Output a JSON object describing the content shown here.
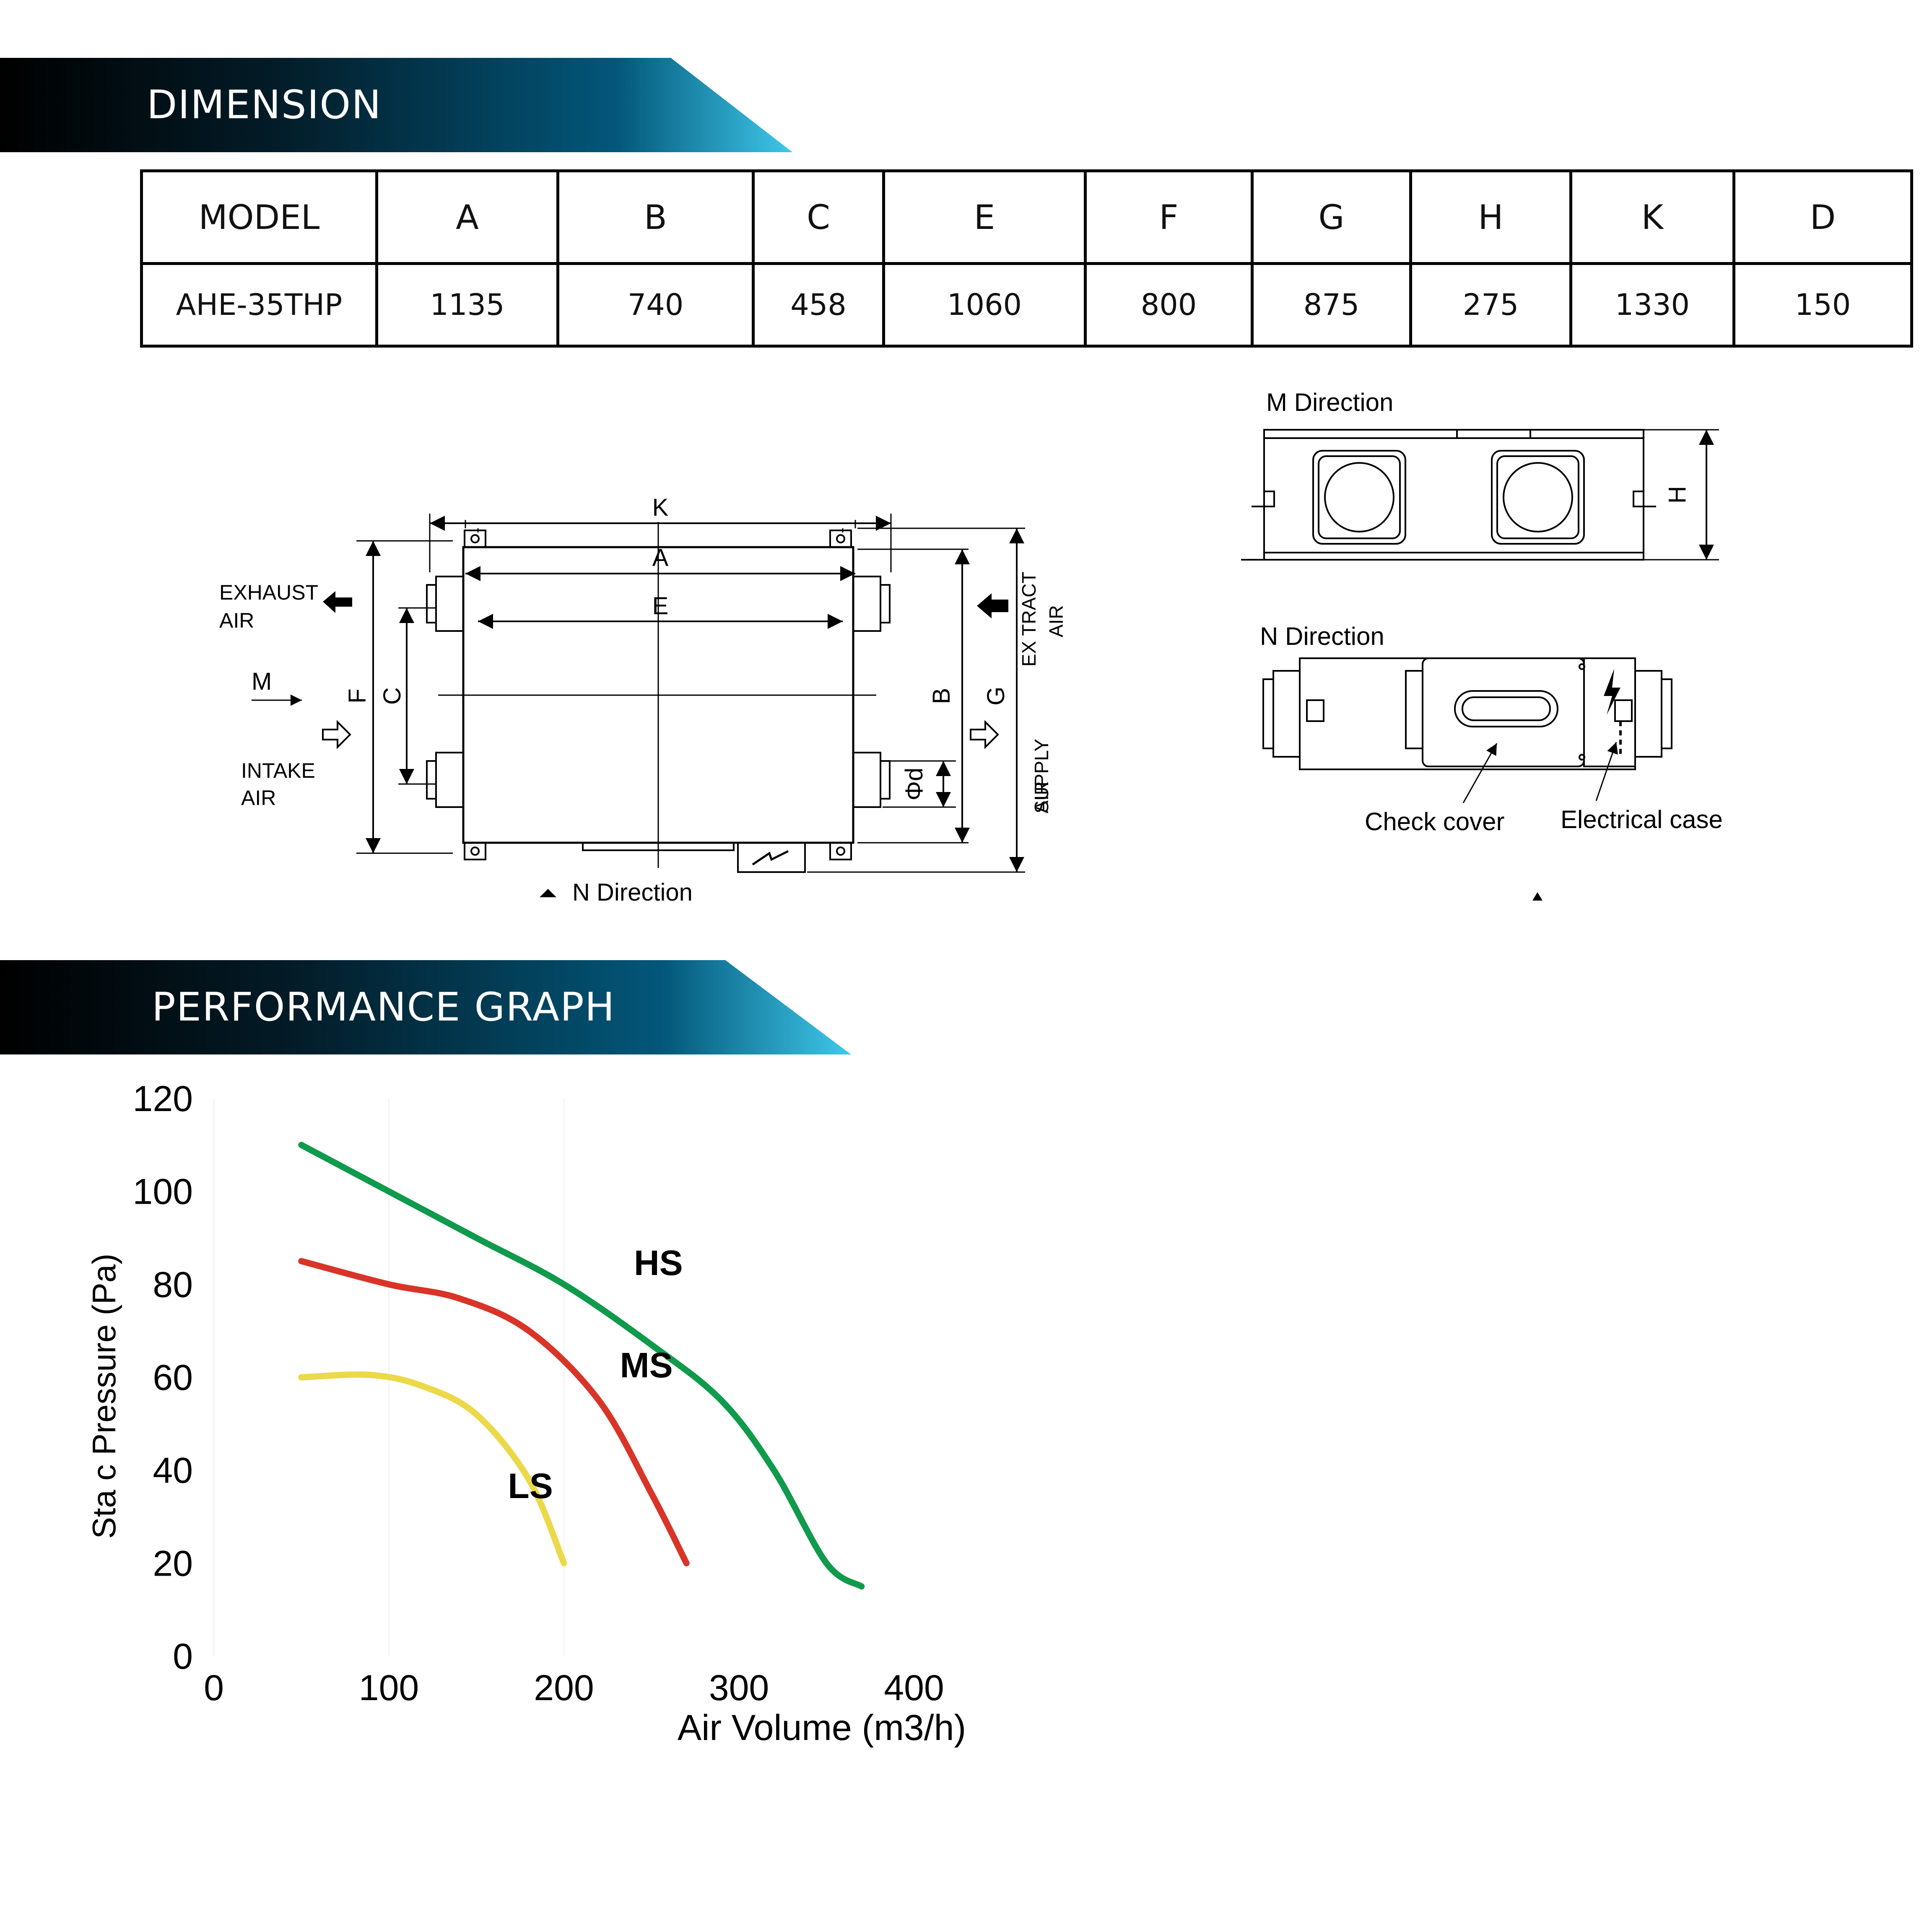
{
  "sections": {
    "dimension_title": "DIMENSION",
    "performance_title": "PERFORMANCE GRAPH"
  },
  "table": {
    "headers": [
      "MODEL",
      "A",
      "B",
      "C",
      "E",
      "F",
      "G",
      "H",
      "K",
      "D"
    ],
    "rows": [
      [
        "AHE-35THP",
        "1135",
        "740",
        "458",
        "1060",
        "800",
        "875",
        "275",
        "1330",
        "150"
      ]
    ]
  },
  "drawing": {
    "dim_letters": [
      "K",
      "A",
      "E",
      "F",
      "C",
      "B",
      "G",
      "Φd",
      "H"
    ],
    "exhaust_air": [
      "EXHAUST",
      "AIR"
    ],
    "intake_air": [
      "INTAKE",
      "AIR"
    ],
    "extract_air": [
      "EX TRACT",
      "AIR"
    ],
    "supply_air": [
      "SUPPLY",
      "AIR"
    ],
    "m_label": "M",
    "n_direction": "N Direction",
    "m_direction_title": "M Direction",
    "n_direction_title": "N Direction",
    "check_cover": "Check cover",
    "electrical_case": "Electrical case"
  },
  "colors": {
    "banner_dark": "#000000",
    "banner_mid": "#02394f",
    "banner_light": "#38c3e6",
    "hs": "#109a4c",
    "ms": "#d93428",
    "ls": "#ecd94a"
  },
  "chart_data": {
    "type": "line",
    "title": "",
    "xlabel": "Air Volume (m3/h)",
    "ylabel": "Sta c Pressure (Pa)",
    "xlim": [
      0,
      400
    ],
    "ylim": [
      0,
      120
    ],
    "xticks": [
      0,
      100,
      200,
      300,
      400
    ],
    "yticks": [
      0,
      20,
      40,
      60,
      80,
      100,
      120
    ],
    "grid": false,
    "series": [
      {
        "name": "HS",
        "color": "#109a4c",
        "x": [
          50,
          100,
          150,
          200,
          250,
          290,
          320,
          350,
          370
        ],
        "y": [
          110,
          100,
          90,
          80,
          67,
          55,
          40,
          20,
          15
        ]
      },
      {
        "name": "MS",
        "color": "#d93428",
        "x": [
          50,
          100,
          140,
          180,
          220,
          250,
          270
        ],
        "y": [
          85,
          80,
          77,
          70,
          55,
          35,
          20
        ]
      },
      {
        "name": "LS",
        "color": "#ecd94a",
        "x": [
          50,
          90,
          120,
          150,
          180,
          200
        ],
        "y": [
          60,
          60.5,
          58,
          52,
          38,
          20
        ]
      }
    ]
  }
}
